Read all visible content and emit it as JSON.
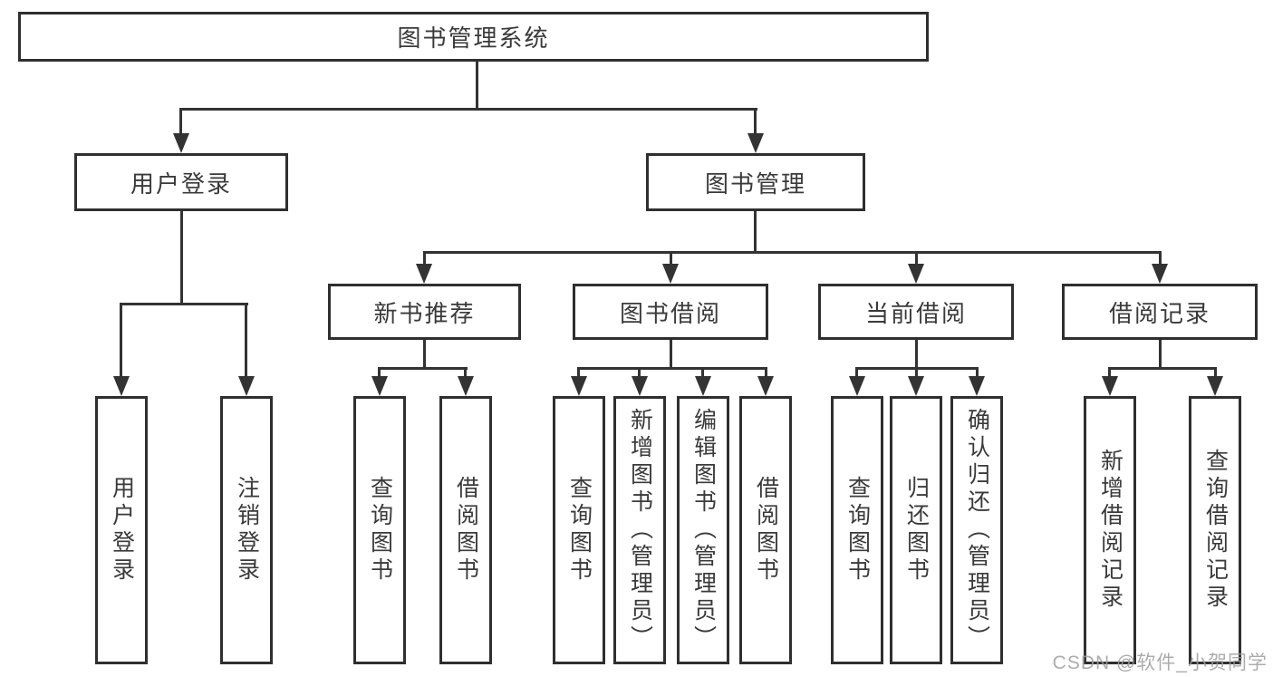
{
  "tree": {
    "root": {
      "label": "图书管理系统"
    },
    "branches": [
      {
        "label": "用户登录",
        "children": [
          {
            "label": "用户登录"
          },
          {
            "label": "注销登录"
          }
        ]
      },
      {
        "label": "图书管理",
        "children": [
          {
            "label": "新书推荐",
            "children": [
              {
                "label": "查询图书"
              },
              {
                "label": "借阅图书"
              }
            ]
          },
          {
            "label": "图书借阅",
            "children": [
              {
                "label": "查询图书"
              },
              {
                "label": "新增图书（管理员）"
              },
              {
                "label": "编辑图书（管理员）"
              },
              {
                "label": "借阅图书"
              }
            ]
          },
          {
            "label": "当前借阅",
            "children": [
              {
                "label": "查询图书"
              },
              {
                "label": "归还图书"
              },
              {
                "label": "确认归还（管理员）"
              }
            ]
          },
          {
            "label": "借阅记录",
            "children": [
              {
                "label": "新增借阅记录"
              },
              {
                "label": "查询借阅记录"
              }
            ]
          }
        ]
      }
    ]
  },
  "watermark": {
    "text": "CSDN @软件_小贺同学"
  },
  "colors": {
    "line": "#333333",
    "border": "#2f2f2f",
    "text": "#3a3a3a",
    "background": "#ffffff",
    "watermark": "#9e9e9e"
  }
}
